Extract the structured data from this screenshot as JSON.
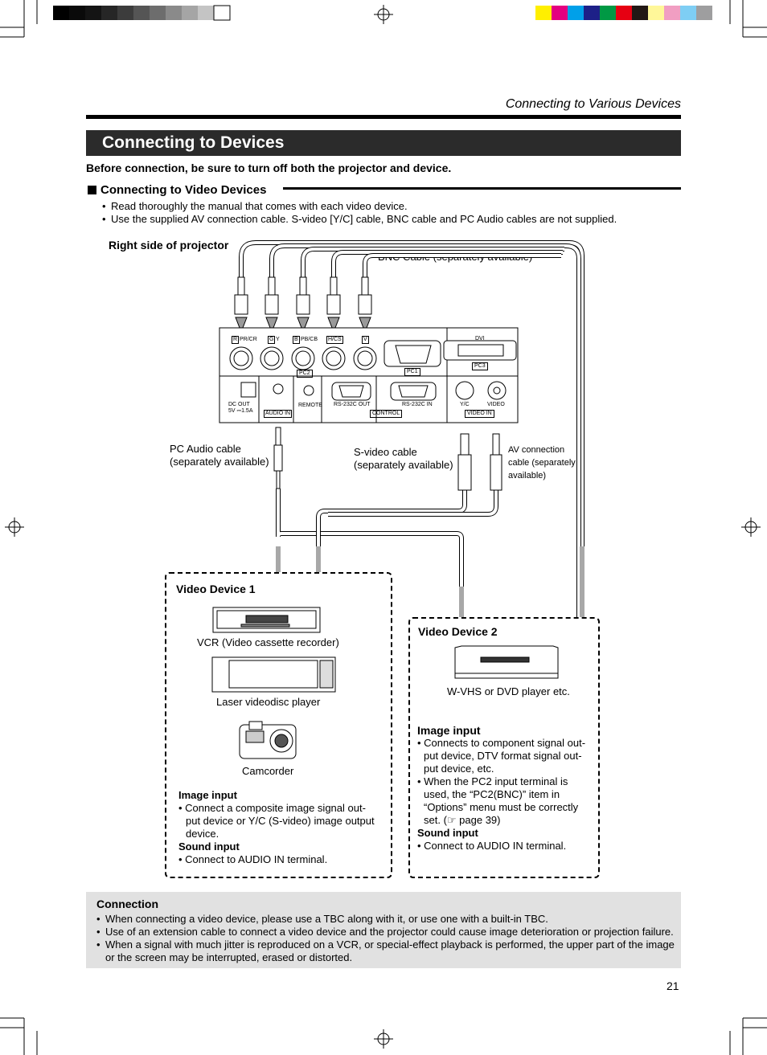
{
  "header": {
    "section_title": "Connecting to Various Devices",
    "page_title": "Connecting to Devices",
    "warning": "Before connection, be sure to turn off both the projector and device."
  },
  "video_section": {
    "heading": "Connecting to Video Devices",
    "notes": [
      "Read thoroughly the manual that comes with each video device.",
      "Use the supplied AV connection cable. S-video [Y/C] cable, BNC cable and PC Audio cables are not supplied."
    ]
  },
  "diagram": {
    "projector_label": "Right side of projector",
    "bnc_cable_label": "BNC Cable (separately available)",
    "pc_audio_label_1": "PC Audio cable",
    "pc_audio_label_2": "(separately available)",
    "svideo_label_1": "S-video cable",
    "svideo_label_2": "(separately available)",
    "av_cable_label_1": "AV connection",
    "av_cable_label_2": "cable (separately",
    "av_cable_label_3": "available)",
    "panel": {
      "r": "R",
      "r_sub": "PR/CR",
      "g": "G",
      "g_sub": "Y",
      "b": "B",
      "b_sub": "PB/CB",
      "hc": "H/CS",
      "v": "V",
      "pc2": "PC2",
      "pc1": "PC1",
      "dvi": "DVI",
      "pc3": "PC3",
      "dc_out": "DC OUT",
      "dc_spec": "5V ⎓1.5A",
      "audio_in": "AUDIO IN",
      "remote": "REMOTE",
      "rs_out": "RS-232C OUT",
      "rs_in": "RS-232C IN",
      "control": "CONTROL",
      "yc": "Y/C",
      "video": "VIDEO",
      "video_in": "VIDEO IN"
    }
  },
  "device1": {
    "title": "Video Device 1",
    "vcr": "VCR (Video cassette recorder)",
    "laser": "Laser videodisc player",
    "camcorder": "Camcorder",
    "image_input_title": "Image input",
    "image_input_text": [
      "Connect a composite image signal out-",
      "put device or Y/C (S-video) image output",
      "device."
    ],
    "sound_input_title": "Sound input",
    "sound_input_text": "Connect to AUDIO IN terminal."
  },
  "device2": {
    "title": "Video Device 2",
    "player": "W-VHS or DVD player etc.",
    "image_input_title": "Image input",
    "image_input_lines": [
      "• Connects to component signal out-",
      "put device, DTV format signal out-",
      "put device, etc.",
      "• When the PC2 input terminal is",
      "used, the “PC2(BNC)” item in",
      "“Options” menu must be correctly",
      "set. (☞ page 39)"
    ],
    "sound_input_title": "Sound input",
    "sound_input_text": "Connect to AUDIO IN terminal."
  },
  "connection": {
    "title": "Connection",
    "items": [
      "When connecting a video device, please use a TBC along with it, or use one with a built-in TBC.",
      "Use of an extension cable to connect a video device and the projector could cause image deterioration or projection failure.",
      "When a signal with much jitter is reproduced on a VCR, or special-effect playback is performed, the upper part of the image or the screen may be interrupted, erased or distorted."
    ]
  },
  "page_number": "21",
  "colors": {
    "title_bar": "#2b2b2b",
    "connection_box": "#e1e1e1",
    "color_bar": [
      "#ffef00",
      "#e4007f",
      "#00a0e9",
      "#1d2088",
      "#009944",
      "#e60012",
      "#231815",
      "#fff799",
      "#f19ec2",
      "#7ecef4",
      "#9e9e9f"
    ]
  }
}
